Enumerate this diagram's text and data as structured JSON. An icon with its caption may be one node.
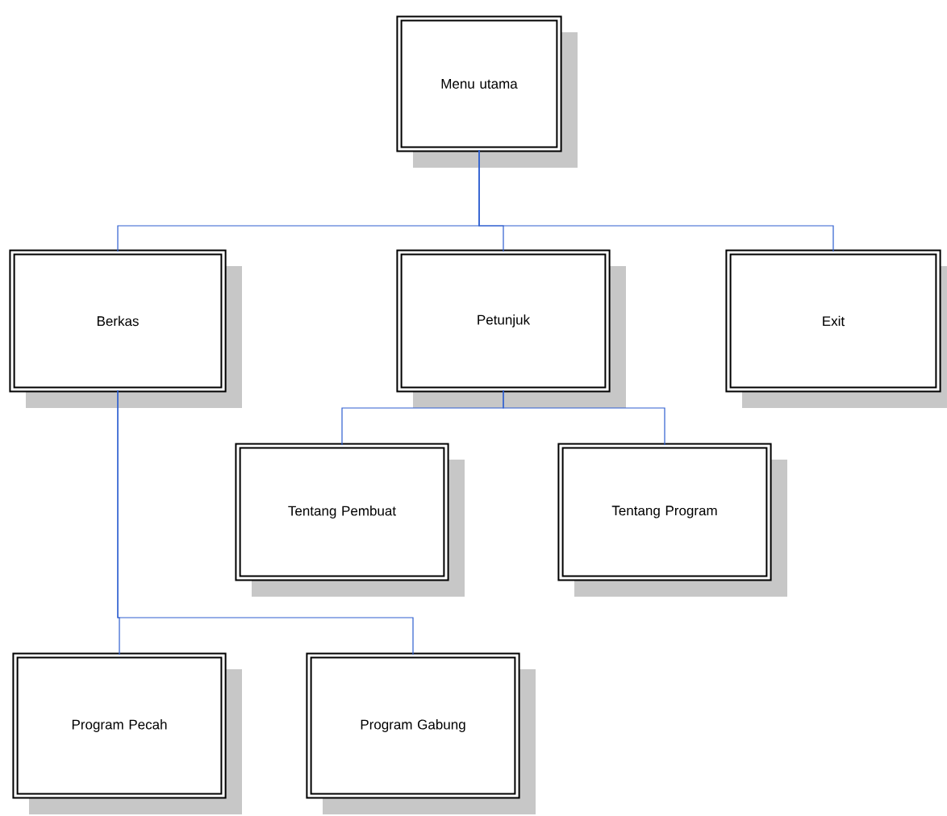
{
  "diagram": {
    "nodes": [
      {
        "text": [
          "Menu utama"
        ]
      },
      {
        "text": [
          "Berkas"
        ]
      },
      {
        "text": [
          "Petunjuk"
        ]
      },
      {
        "text": [
          "Exit"
        ]
      },
      {
        "text": [
          "Tentang Pembuat"
        ]
      },
      {
        "text": [
          "Tentang Program"
        ]
      },
      {
        "text": [
          "Program Pecah"
        ]
      },
      {
        "text": [
          "Program Gabung"
        ]
      }
    ],
    "edges": [
      {
        "from": 0,
        "to": 1,
        "arrow": "none"
      },
      {
        "from": 0,
        "to": 2,
        "arrow": "none"
      },
      {
        "from": 0,
        "to": 3,
        "arrow": "none"
      },
      {
        "from": 2,
        "to": 4,
        "arrow": "none"
      },
      {
        "from": 2,
        "to": 5,
        "arrow": "none"
      },
      {
        "from": 1,
        "to": 6,
        "arrow": "none"
      },
      {
        "from": 1,
        "to": 7,
        "arrow": "none"
      }
    ]
  }
}
